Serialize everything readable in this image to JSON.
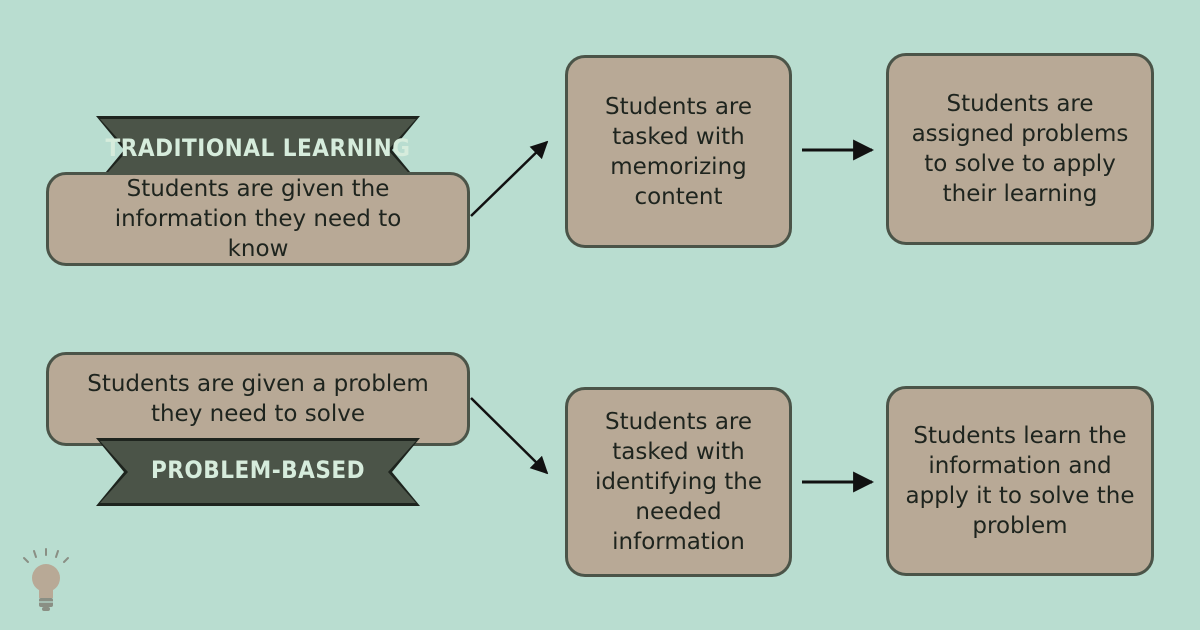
{
  "traditional": {
    "banner": "TRADITIONAL LEARNING",
    "step1": "Students are given the information they need to know",
    "step2": "Students are tasked with memorizing content",
    "step3": "Students are assigned problems to solve to apply their learning"
  },
  "problem_based": {
    "banner": "PROBLEM-BASED",
    "step1": "Students are given a problem they need to solve",
    "step2": "Students are tasked with identifying the needed information",
    "step3": "Students learn the information and apply it to solve the problem"
  },
  "colors": {
    "background": "#b9ddd0",
    "box_fill": "#b8a996",
    "box_border": "#4b5448",
    "banner_fill": "#4b5448",
    "banner_text": "#d6ecdc"
  },
  "icons": [
    "arrow-icon",
    "lightbulb-icon"
  ]
}
